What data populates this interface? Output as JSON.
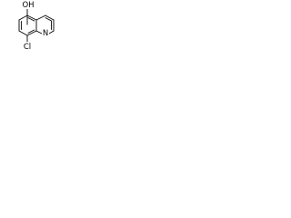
{
  "molecule": {
    "atoms": {
      "hydroxyl": "OH",
      "ring_nitrogen": "N",
      "chlorine": "Cl"
    }
  },
  "colors": {
    "background": "#ffffff",
    "stroke": "#000000"
  }
}
